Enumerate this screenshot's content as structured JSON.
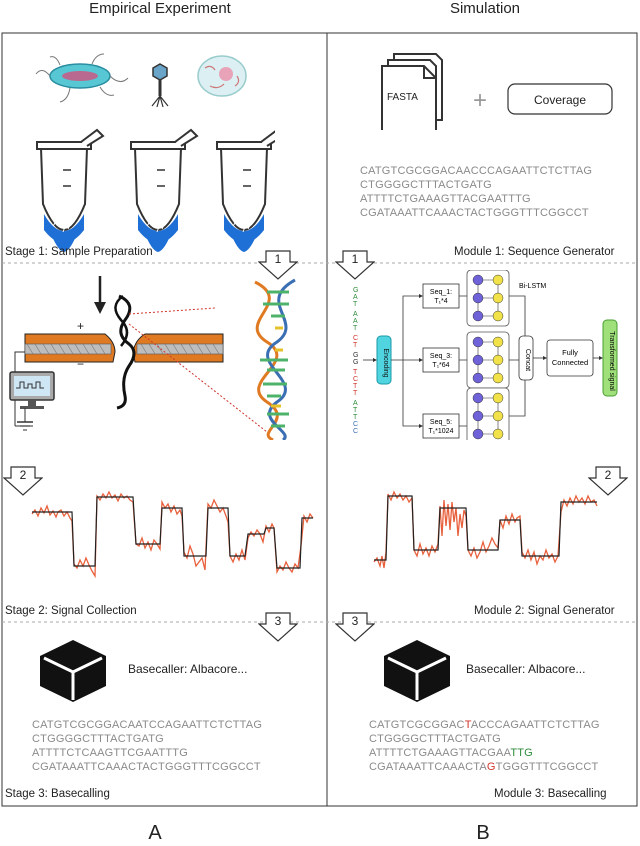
{
  "header": {
    "left_title": "Empirical  Experiment",
    "right_title": "Simulation"
  },
  "left": {
    "stage1": "Stage 1: Sample Preparation",
    "stage2": "Stage 2: Signal Collection",
    "stage3": "Stage 3: Basecalling",
    "basecaller": "Basecaller: Albacore...",
    "sequence": [
      "CATGTCGCGGACAATCCAGAATTCTCTTAG",
      "CTGGGGCTTTACTGATG",
      "ATTTTCTCAAGTTCGAATTTG",
      "CGATAAATTCAAACTACTGGGTTTCGGCCT"
    ]
  },
  "right": {
    "fasta": "FASTA",
    "plus": "+",
    "coverage": "Coverage",
    "sequence": [
      "CATGTCGCGGACAACCCAGAATTCTCTTAG",
      "CTGGGGCTTTACTGATG",
      "ATTTTCTGAAAGTTACGAATTTG",
      "CGATAAATTCAAACTACTGGGTTTCGGCCT"
    ],
    "module1": "Module 1: Sequence Generator",
    "module2": "Module 2: Signal Generator",
    "module3": "Module 3:  Basecalling",
    "basecaller": "Basecaller: Albacore...",
    "final_seq": {
      "l1a": "CATGTCGCGGAC",
      "l1b": "T",
      "l1c": "ACCCAGAATTCTCTTAG",
      "l2": "CTGGGGCTTTACTGATG",
      "l3a": "ATTTTCTGAAAGTTACGAA",
      "l3b": "TTG",
      "l4a": "CGATAAATTCAAACTA",
      "l4b": "G",
      "l4c": "TGGGTTTCGGCCT"
    },
    "network": {
      "input_chars": "GATAATCTGGTCTTATTCC",
      "encoding": "Encoding",
      "seq1": "Seq_1:",
      "seq1b": "T₁*4",
      "seq3": "Seq_3:",
      "seq3b": "T₁*64",
      "seq5": "Seq_5:",
      "seq5b": "T₁*1024",
      "bilstm": "Bi-LSTM",
      "concat": "Concat",
      "fc1": "Fully",
      "fc2": "Connected",
      "out": "Transformed signal"
    }
  },
  "arrows": {
    "a1": "1",
    "a2": "2",
    "a3": "3"
  },
  "footer": {
    "a": "A",
    "b": "B"
  },
  "colors": {
    "signal": "#e8603c",
    "lstm_blue": "#6f62d8",
    "lstm_yellow": "#f2e24a",
    "encoding": "#4fd4e0",
    "output": "#9fe07a",
    "membrane": "#e07a22"
  }
}
